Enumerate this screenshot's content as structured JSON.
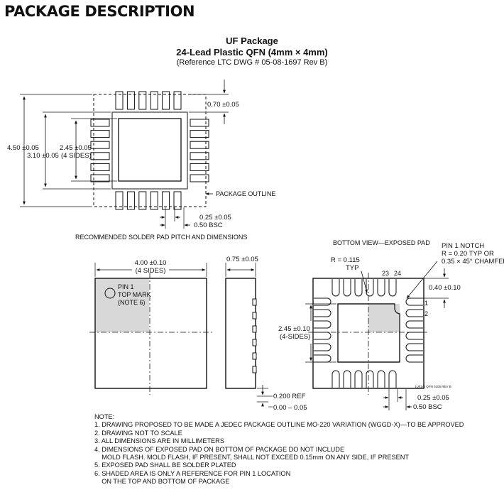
{
  "header": {
    "title": "PACKAGE DESCRIPTION",
    "package_name": "UF Package",
    "package_desc": "24-Lead Plastic QFN (4mm × 4mm)",
    "reference": "(Reference LTC DWG # 05-08-1697 Rev B)"
  },
  "solder_pad_view": {
    "dim_outer": "4.50 ±0.05",
    "dim_inner": "3.10 ±0.05",
    "dim_pad": "2.45 ±0.05",
    "dim_pad_sides": "(4 SIDES)",
    "dim_lead_length": "0.70 ±0.05",
    "package_outline_label": "PACKAGE OUTLINE",
    "dim_lead_width": "0.25 ±0.05",
    "dim_pitch": "0.50 BSC",
    "caption": "RECOMMENDED SOLDER PAD PITCH AND DIMENSIONS"
  },
  "top_view": {
    "dim_body": "4.00 ±0.10",
    "dim_body_sides": "(4 SIDES)",
    "pin1_label_1": "PIN 1",
    "pin1_label_2": "TOP MARK",
    "pin1_label_3": "(NOTE 6)"
  },
  "side_view": {
    "dim_height": "0.75 ±0.05",
    "dim_ref": "0.200 REF",
    "dim_standoff": "0.00 – 0.05"
  },
  "bottom_view": {
    "caption": "BOTTOM VIEW—EXPOSED PAD",
    "radius_label": "R = 0.115",
    "radius_typ": "TYP",
    "pin_23": "23",
    "pin_24": "24",
    "notch_1": "PIN 1 NOTCH",
    "notch_2": "R = 0.20 TYP OR",
    "notch_3": "0.35 × 45° CHAMFER",
    "dim_lead": "0.40 ±0.10",
    "pin_1": "1",
    "pin_2": "2",
    "dim_pad": "2.45 ±0.10",
    "dim_pad_sides": "(4-SIDES)",
    "drawing_code": "(UF24) QFN 0105 REV B",
    "dim_lead_width": "0.25 ±0.05",
    "dim_pitch": "0.50 BSC"
  },
  "notes": [
    "NOTE:",
    "1. DRAWING PROPOSED TO BE MADE A JEDEC PACKAGE OUTLINE MO-220 VARIATION (WGGD-X)—TO BE APPROVED",
    "2. DRAWING NOT TO SCALE",
    "3. ALL DIMENSIONS ARE IN MILLIMETERS",
    "4. DIMENSIONS OF EXPOSED PAD ON BOTTOM OF PACKAGE DO NOT INCLUDE",
    "    MOLD FLASH. MOLD FLASH, IF PRESENT, SHALL NOT EXCEED 0.15mm ON ANY SIDE, IF PRESENT",
    "5. EXPOSED PAD SHALL BE SOLDER PLATED",
    "6. SHADED AREA IS ONLY A REFERENCE FOR PIN 1 LOCATION",
    "    ON THE TOP AND BOTTOM OF PACKAGE"
  ]
}
